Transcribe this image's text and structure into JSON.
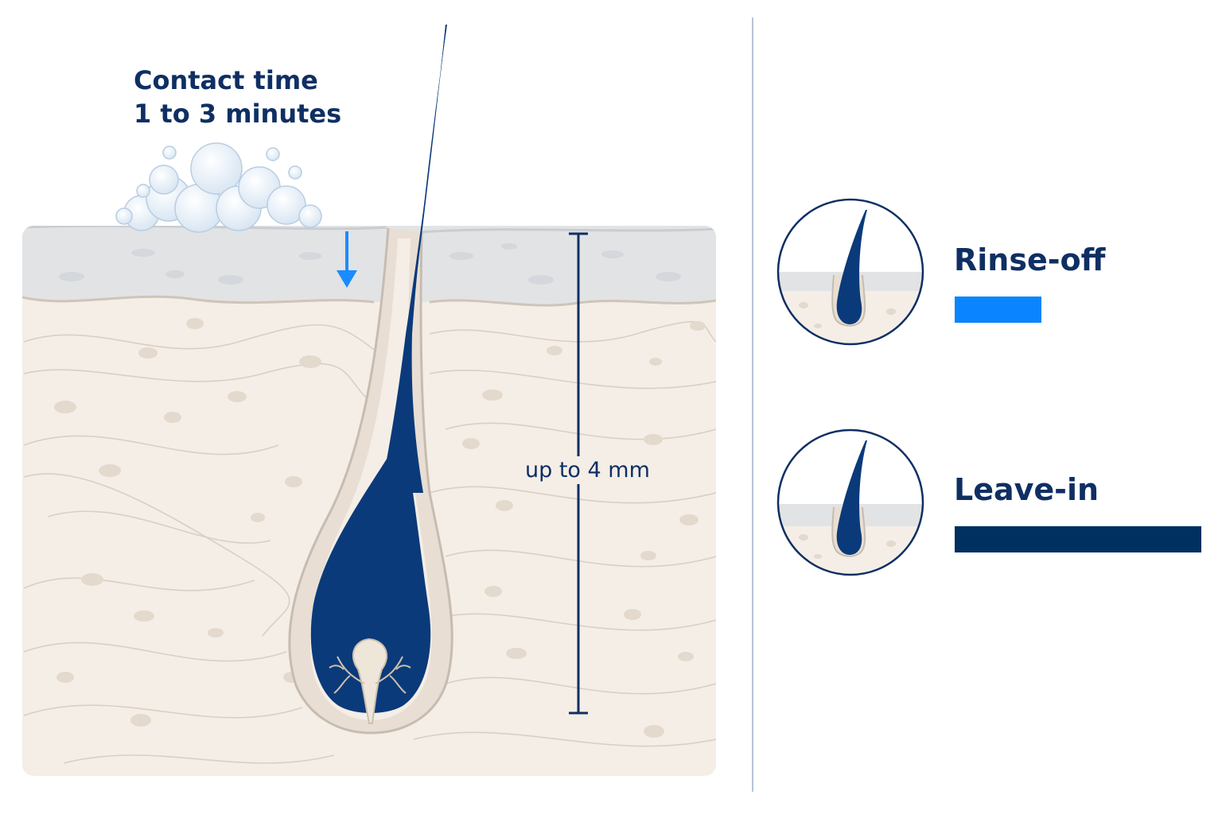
{
  "labels": {
    "contact_line1": "Contact time",
    "contact_line2": "1 to 3 minutes",
    "depth": "up to 4 mm"
  },
  "legend": [
    {
      "label": "Rinse-off",
      "relative_contact": 0.35,
      "color": "#0a84ff"
    },
    {
      "label": "Leave-in",
      "relative_contact": 1.0,
      "color": "#00305f"
    }
  ],
  "colors": {
    "hair": "#0a3a7a",
    "hair_dark": "#062b5c",
    "epidermis": "#e2e3e5",
    "dermis": "#f4eee7",
    "arrow": "#1a8cff",
    "text": "#0f2f63",
    "divider": "#9fb1c8",
    "foam": "#ffffff"
  }
}
